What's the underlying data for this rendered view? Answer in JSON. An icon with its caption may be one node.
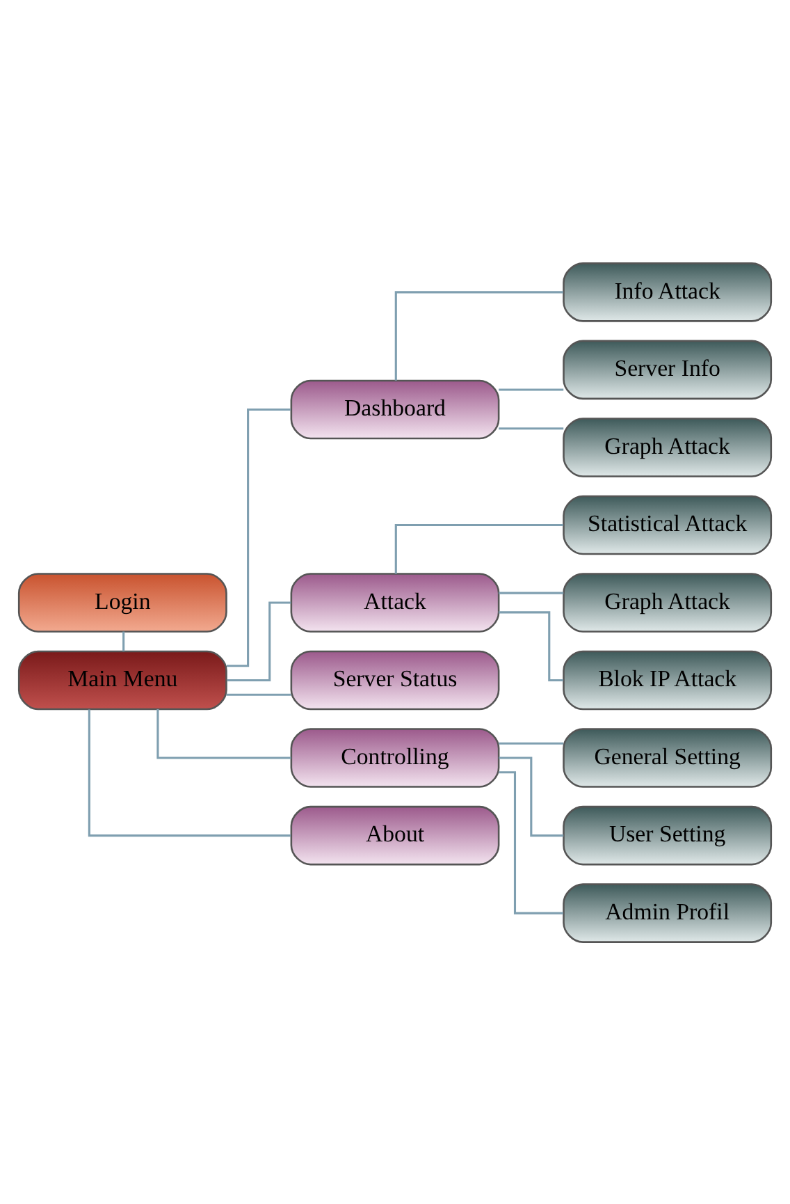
{
  "diagram": {
    "nodes": [
      {
        "text": [
          "Login"
        ]
      },
      {
        "text": [
          "Main Menu"
        ]
      },
      {
        "text": [
          "Dashboard"
        ]
      },
      {
        "text": [
          "Info Attack"
        ]
      },
      {
        "text": [
          "Server Info"
        ]
      },
      {
        "text": [
          "Graph Attack"
        ]
      },
      {
        "text": [
          "Attack"
        ]
      },
      {
        "text": [
          "Statistical Attack"
        ]
      },
      {
        "text": [
          "Graph Attack"
        ]
      },
      {
        "text": [
          "Blok IP Attack"
        ]
      },
      {
        "text": [
          "Server Status"
        ]
      },
      {
        "text": [
          "Controlling"
        ]
      },
      {
        "text": [
          "General Setting"
        ]
      },
      {
        "text": [
          "User Setting"
        ]
      },
      {
        "text": [
          "Admin Profil"
        ]
      },
      {
        "text": [
          "About"
        ]
      }
    ],
    "edges": [
      {
        "from": 0,
        "to": 1,
        "arrow": "none"
      },
      {
        "from": 1,
        "to": 2,
        "arrow": "none"
      },
      {
        "from": 2,
        "to": 3,
        "arrow": "none"
      },
      {
        "from": 2,
        "to": 4,
        "arrow": "none"
      },
      {
        "from": 2,
        "to": 5,
        "arrow": "none"
      },
      {
        "from": 1,
        "to": 6,
        "arrow": "none"
      },
      {
        "from": 6,
        "to": 7,
        "arrow": "none"
      },
      {
        "from": 6,
        "to": 8,
        "arrow": "none"
      },
      {
        "from": 6,
        "to": 9,
        "arrow": "none"
      },
      {
        "from": 1,
        "to": 10,
        "arrow": "none"
      },
      {
        "from": 1,
        "to": 11,
        "arrow": "none"
      },
      {
        "from": 11,
        "to": 12,
        "arrow": "none"
      },
      {
        "from": 11,
        "to": 13,
        "arrow": "none"
      },
      {
        "from": 11,
        "to": 14,
        "arrow": "none"
      },
      {
        "from": 1,
        "to": 15,
        "arrow": "none"
      }
    ]
  }
}
